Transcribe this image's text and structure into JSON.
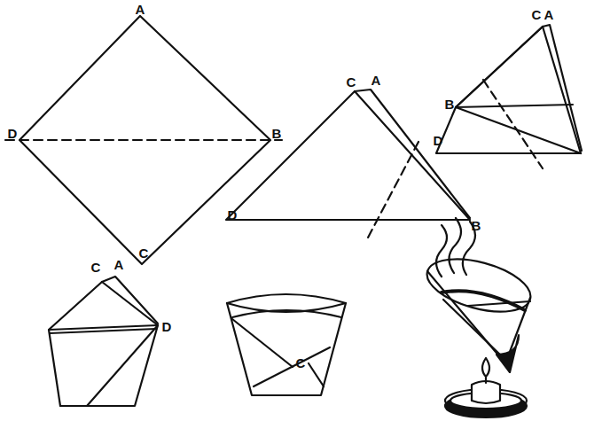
{
  "diagram": {
    "labels": [
      "A",
      "D",
      "B",
      "C",
      "C",
      "A",
      "D",
      "B",
      "C",
      "A",
      "B",
      "D",
      "C",
      "A",
      "D",
      "C"
    ]
  }
}
